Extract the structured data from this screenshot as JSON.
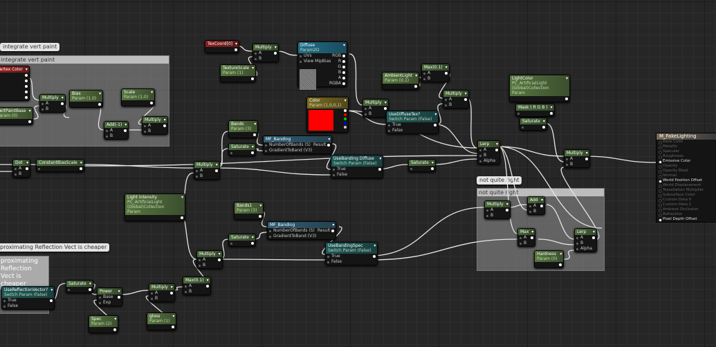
{
  "comments": [
    {
      "id": "c1",
      "bubble": "integrate vert paint",
      "title": "integrate vert paint"
    },
    {
      "id": "c2",
      "bubble": "not quite right",
      "title": "not quite right"
    },
    {
      "id": "c3",
      "bubble": "proximating Reflection Vect is cheaper",
      "title": "proximating Reflection Vect is cheaper"
    }
  ],
  "colors": {
    "param": "#56753f",
    "math": "#4a6a3a",
    "texcoord": "#8a1e1e",
    "texture": "#1f6f8a",
    "switch": "#1e5a5a",
    "function": "#2f5f75",
    "vector": "#7a6a20",
    "vertexcolor": "#9a1f1f"
  },
  "nodes": [
    {
      "id": "vcol",
      "title": "Vertex Color",
      "kind": "vertexcolor",
      "pins": [],
      "outs": 5
    },
    {
      "id": "vpb",
      "title": "VertPaintBase",
      "subtitle": "Param (0)",
      "kind": "param",
      "pins": [],
      "outs": 1
    },
    {
      "id": "mul1",
      "title": "Multiply",
      "kind": "math",
      "pins": [
        "A",
        "B"
      ],
      "outs": 1
    },
    {
      "id": "bias",
      "title": "Bias",
      "subtitle": "Param (1.0)",
      "kind": "param",
      "pins": [],
      "outs": 1
    },
    {
      "id": "add1",
      "title": "Add(-1)",
      "kind": "math",
      "pins": [
        "A",
        "B"
      ],
      "outs": 1
    },
    {
      "id": "scale",
      "title": "Scale",
      "subtitle": "Param (1.0)",
      "kind": "param",
      "pins": [],
      "outs": 1
    },
    {
      "id": "mul2",
      "title": "Multiply",
      "kind": "math",
      "pins": [
        "A",
        "B"
      ],
      "outs": 1
    },
    {
      "id": "dot",
      "title": "Dot",
      "kind": "math",
      "pins": [
        "A",
        "B"
      ],
      "outs": 1
    },
    {
      "id": "cbs",
      "title": "ConstantBiasScale",
      "kind": "math",
      "pins": [
        ""
      ],
      "outs": 1
    },
    {
      "id": "texc",
      "title": "TexCoord[0]",
      "kind": "texcoord",
      "pins": [],
      "outs": 1
    },
    {
      "id": "mul3",
      "title": "Multiply",
      "kind": "math",
      "pins": [
        "A",
        "B"
      ],
      "outs": 1
    },
    {
      "id": "texscale",
      "title": "TextureScale",
      "subtitle": "Param (1)",
      "kind": "param",
      "pins": [],
      "outs": 1
    },
    {
      "id": "diffuse",
      "title": "Diffuse",
      "subtitle": "Param2D",
      "kind": "texture",
      "pins": [
        "UVs",
        "View MipBias"
      ],
      "outs": 0,
      "outlabels": [
        "RGB",
        "R",
        "G",
        "B",
        "A",
        "RGBA"
      ]
    },
    {
      "id": "color",
      "title": "Color",
      "subtitle": "Param (1,0,0,1)",
      "kind": "vector",
      "pins": [],
      "outs": 0,
      "swatch": "#ff0000"
    },
    {
      "id": "amb",
      "title": "AmbientLight",
      "subtitle": "Param (0.1)",
      "kind": "param",
      "pins": [],
      "outs": 1
    },
    {
      "id": "max1",
      "title": "Max(0.1)",
      "kind": "math",
      "pins": [
        "A",
        "B"
      ],
      "outs": 1
    },
    {
      "id": "mul4",
      "title": "Multiply",
      "kind": "math",
      "pins": [
        "A",
        "B"
      ],
      "outs": 1
    },
    {
      "id": "usediff",
      "title": "UseDiffuseTex?",
      "subtitle": "Switch Param (False)",
      "kind": "switch",
      "pins": [
        "True",
        "False"
      ],
      "outs": 1
    },
    {
      "id": "mul5",
      "title": "Multiply",
      "kind": "math",
      "pins": [
        "A",
        "B"
      ],
      "outs": 1
    },
    {
      "id": "lightcolor",
      "title": "LightColor",
      "subtitle": "PC_ArtificialLight (Global)Collection Param",
      "kind": "param",
      "pins": [],
      "outs": 1
    },
    {
      "id": "mask",
      "title": "Mask ( R G B )",
      "kind": "math",
      "pins": [
        ""
      ],
      "outs": 1
    },
    {
      "id": "sat1",
      "title": "Saturate",
      "kind": "math",
      "pins": [
        ""
      ],
      "outs": 1
    },
    {
      "id": "lerp1",
      "title": "Lerp",
      "kind": "math",
      "pins": [
        "A",
        "B",
        "Alpha"
      ],
      "outs": 1
    },
    {
      "id": "mul6",
      "title": "Multiply",
      "kind": "math",
      "pins": [
        "A",
        "B"
      ],
      "outs": 1
    },
    {
      "id": "bands",
      "title": "Bands",
      "subtitle": "Param (3)",
      "kind": "param",
      "pins": [],
      "outs": 1
    },
    {
      "id": "mfb1",
      "title": "MF_Banding",
      "kind": "function",
      "pins": [
        "NumberOfBands (S)",
        "GradientToBand (V3)"
      ],
      "outs": 1,
      "outlabel": "Result"
    },
    {
      "id": "sat2",
      "title": "Saturate",
      "kind": "math",
      "pins": [
        ""
      ],
      "outs": 1
    },
    {
      "id": "mul7",
      "title": "Multiply",
      "kind": "math",
      "pins": [
        "A",
        "B"
      ],
      "outs": 1
    },
    {
      "id": "ubd",
      "title": "UseBanding Diffuse",
      "subtitle": "Switch Param (False)",
      "kind": "switch",
      "pins": [
        "True",
        "False"
      ],
      "outs": 1
    },
    {
      "id": "sat3",
      "title": "Saturate",
      "kind": "math",
      "pins": [
        ""
      ],
      "outs": 1
    },
    {
      "id": "li",
      "title": "Light Intensity",
      "subtitle": "PC_ArtificialLight (Global)Collection Param",
      "kind": "param",
      "pins": [],
      "outs": 1
    },
    {
      "id": "bands1",
      "title": "Bands1",
      "subtitle": "Param (3)",
      "kind": "param",
      "pins": [],
      "outs": 1
    },
    {
      "id": "mfb2",
      "title": "MF_Banding",
      "kind": "function",
      "pins": [
        "NumberOfBands (S)",
        "GradientToBand (V3)"
      ],
      "outs": 1,
      "outlabel": "Result"
    },
    {
      "id": "sat4",
      "title": "Saturate",
      "kind": "math",
      "pins": [
        ""
      ],
      "outs": 1
    },
    {
      "id": "mul8",
      "title": "Multiply",
      "kind": "math",
      "pins": [
        "A",
        "B"
      ],
      "outs": 1
    },
    {
      "id": "ubs",
      "title": "UseBandingSpec",
      "subtitle": "Switch Param (False)",
      "kind": "switch",
      "pins": [
        "True",
        "False"
      ],
      "outs": 1
    },
    {
      "id": "mul9",
      "title": "Multiply",
      "kind": "math",
      "pins": [
        "A",
        "B"
      ],
      "outs": 1
    },
    {
      "id": "add2",
      "title": "Add",
      "kind": "math",
      "pins": [
        "A",
        "B"
      ],
      "outs": 1
    },
    {
      "id": "max2",
      "title": "Max",
      "kind": "math",
      "pins": [
        "A",
        "B"
      ],
      "outs": 1
    },
    {
      "id": "lerp2",
      "title": "Lerp",
      "kind": "math",
      "pins": [
        "A",
        "B",
        "Alpha"
      ],
      "outs": 1
    },
    {
      "id": "hard",
      "title": "Hardness",
      "subtitle": "Param (0)",
      "kind": "param",
      "pins": [],
      "outs": 1
    },
    {
      "id": "urv",
      "title": "UseReflectionVector?",
      "subtitle": "Switch Param (False)",
      "kind": "switch",
      "pins": [
        "True",
        "False"
      ],
      "outs": 1
    },
    {
      "id": "sat5",
      "title": "Saturate",
      "kind": "math",
      "pins": [
        ""
      ],
      "outs": 1
    },
    {
      "id": "pow",
      "title": "Power",
      "kind": "math",
      "pins": [
        "Base",
        "Exp"
      ],
      "outs": 1
    },
    {
      "id": "spec",
      "title": "Spec",
      "subtitle": "Param (2)",
      "kind": "param",
      "pins": [],
      "outs": 1
    },
    {
      "id": "mul10",
      "title": "Multiply",
      "kind": "math",
      "pins": [
        "A",
        "B"
      ],
      "outs": 1
    },
    {
      "id": "gloss",
      "title": "gloss",
      "subtitle": "Param (1)",
      "kind": "param",
      "pins": [],
      "outs": 1
    },
    {
      "id": "max3",
      "title": "Max(0.1)",
      "kind": "math",
      "pins": [
        "A",
        "B"
      ],
      "outs": 1
    }
  ],
  "result": {
    "title": "M_FakeLighting",
    "pins": [
      "Base Color",
      "Metallic",
      "Specular",
      "Roughness",
      "Emissive Color",
      "Opacity",
      "Opacity Mask",
      "Normal",
      "World Position Offset",
      "World Displacement",
      "Tessellation Multiplier",
      "Subsurface Color",
      "Custom Data 0",
      "Custom Data 1",
      "Ambient Occlusion",
      "Refraction",
      "Pixel Depth Offset"
    ],
    "active": [
      "Emissive Color",
      "World Position Offset",
      "Pixel Depth Offset"
    ]
  }
}
